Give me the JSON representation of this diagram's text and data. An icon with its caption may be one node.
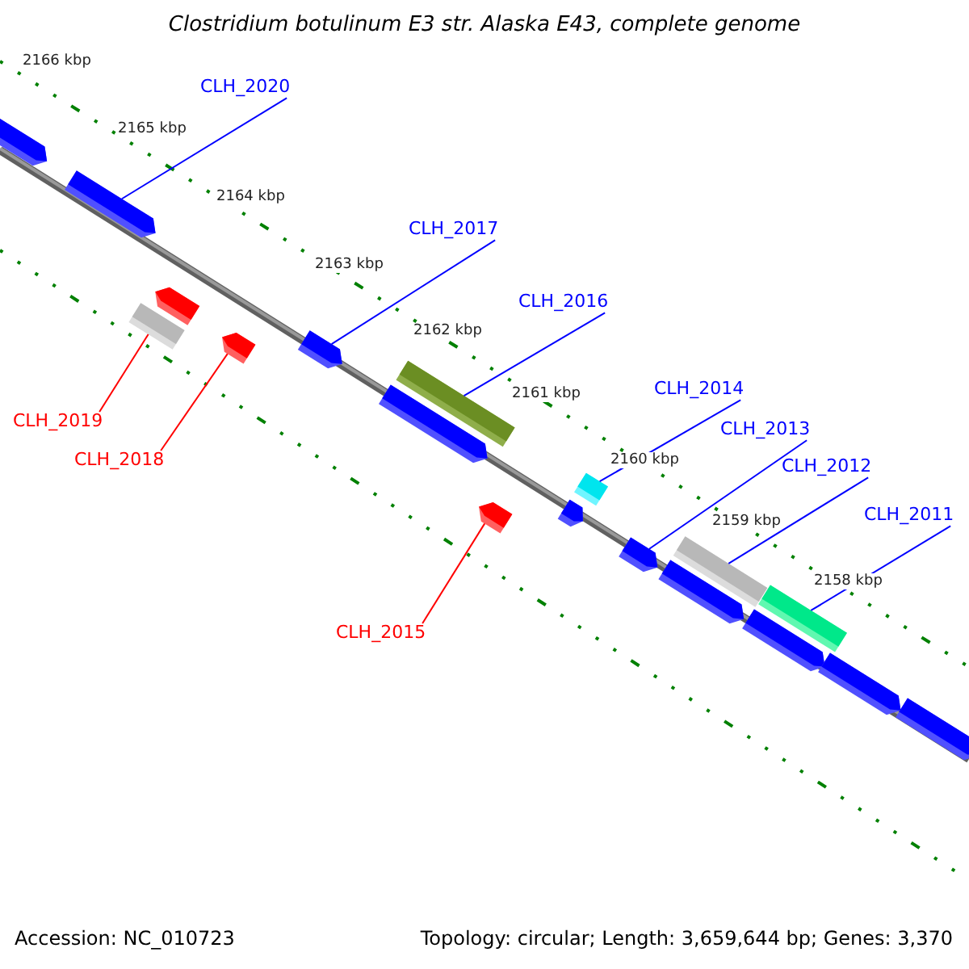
{
  "diagram": {
    "title": "Clostridium botulinum E3 str. Alaska E43, complete genome",
    "nodes": [
      {
        "text": [
          "CLH_2020"
        ]
      },
      {
        "text": [
          "CLH_2017"
        ]
      },
      {
        "text": [
          "CLH_2016"
        ]
      },
      {
        "text": [
          "CLH_2019"
        ]
      },
      {
        "text": [
          "CLH_2018"
        ]
      },
      {
        "text": [
          "CLH_2014"
        ]
      },
      {
        "text": [
          "CLH_2013"
        ]
      },
      {
        "text": [
          "CLH_2012"
        ]
      },
      {
        "text": [
          "CLH_2011"
        ]
      },
      {
        "text": [
          "CLH_2015"
        ]
      },
      {
        "text": [],
        "shape": "bar"
      },
      {
        "text": [],
        "shape": "bar"
      },
      {
        "text": [],
        "shape": "bar"
      },
      {
        "text": [],
        "shape": "bar"
      },
      {
        "text": [],
        "shape": "bar"
      },
      {
        "text": [],
        "shape": "bar"
      },
      {
        "text": [],
        "shape": "bar"
      },
      {
        "text": [],
        "shape": "bar"
      },
      {
        "text": [],
        "shape": "bar"
      },
      {
        "text": [],
        "shape": "bar"
      },
      {
        "text": [],
        "shape": "bar"
      },
      {
        "text": [],
        "shape": "bar"
      },
      {
        "text": [],
        "shape": "bar"
      },
      {
        "text": [],
        "shape": "bar"
      },
      {
        "text": [],
        "shape": "bar"
      },
      {
        "text": [],
        "shape": "bar"
      },
      {
        "text": [],
        "shape": "bar"
      },
      {
        "text": [],
        "shape": "bar"
      }
    ],
    "edges": [
      {
        "from": 0,
        "to": 11,
        "arrow": "none"
      },
      {
        "from": 1,
        "to": 15,
        "arrow": "none"
      },
      {
        "from": 2,
        "to": 16,
        "arrow": "none"
      },
      {
        "from": 3,
        "to": 13,
        "arrow": "none",
        "color": "#ff0000"
      },
      {
        "from": 4,
        "to": 14,
        "arrow": "none",
        "color": "#ff0000"
      },
      {
        "from": 5,
        "to": 20,
        "arrow": "none"
      },
      {
        "from": 6,
        "to": 21,
        "arrow": "none"
      },
      {
        "from": 7,
        "to": 22,
        "arrow": "none"
      },
      {
        "from": 8,
        "to": 24,
        "arrow": "none"
      },
      {
        "from": 9,
        "to": 18,
        "arrow": "none",
        "color": "#ff0000"
      }
    ],
    "labels": [
      "2166 kbp",
      "2165 kbp",
      "2164 kbp",
      "2163 kbp",
      "2162 kbp",
      "2161 kbp",
      "2160 kbp",
      "2159 kbp",
      "2158 kbp",
      "Accession: NC_010723",
      "Topology: circular; Length: 3,659,644 bp; Genes: 3,370"
    ]
  }
}
